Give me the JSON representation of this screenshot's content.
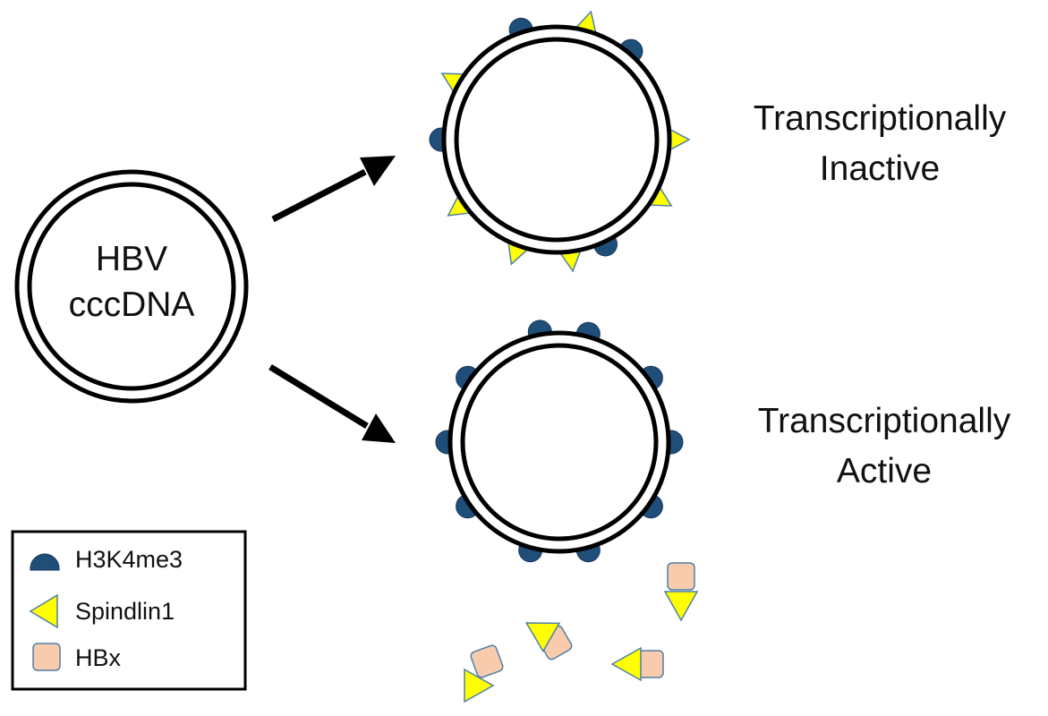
{
  "source": {
    "label_line1": "HBV",
    "label_line2": "cccDNA"
  },
  "inactive": {
    "label_line1": "Transcriptionally",
    "label_line2": "Inactive"
  },
  "active": {
    "label_line1": "Transcriptionally",
    "label_line2": "Active"
  },
  "legend": {
    "items": [
      {
        "label": "H3K4me3",
        "icon": "dome-marker-icon",
        "color": "#1f4e79"
      },
      {
        "label": "Spindlin1",
        "icon": "triangle-marker-icon",
        "color": "#ffff00"
      },
      {
        "label": "HBx",
        "icon": "rounded-square-marker-icon",
        "color": "#f8cbad"
      }
    ]
  },
  "colors": {
    "h3k4me3": "#1f4e79",
    "h3k4me3_stroke": "#17375e",
    "spindlin1": "#ffff00",
    "spindlin1_stroke": "#4f7fa8",
    "hbx": "#f8cbad",
    "hbx_stroke": "#4f7fa8",
    "outline": "#000000"
  }
}
